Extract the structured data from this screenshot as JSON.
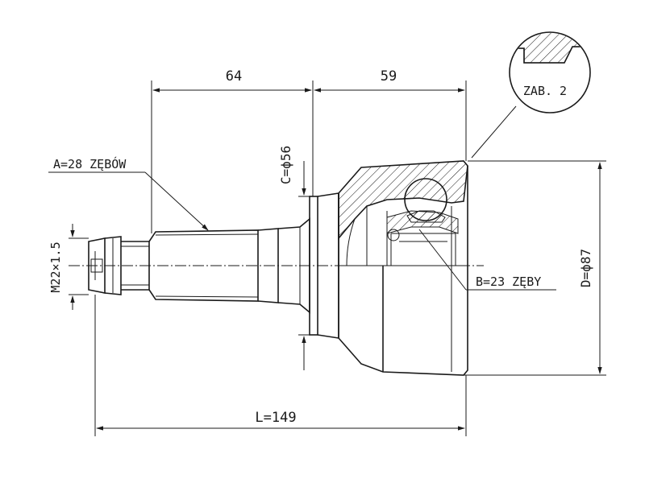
{
  "dimensions": {
    "shaft_length": "64",
    "housing_length": "59",
    "total_length": "L=149",
    "seal_diameter": "C=ϕ56",
    "outer_diameter": "D=ϕ87",
    "thread": "M22×1.5",
    "spline_a": "A=28 ZĘBÓW",
    "spline_b": "B=23 ZĘBY",
    "detail": "ZAB. 2"
  },
  "colors": {
    "line": "#1a1a1a",
    "hatch": "#1a1a1a",
    "background": "#ffffff"
  }
}
